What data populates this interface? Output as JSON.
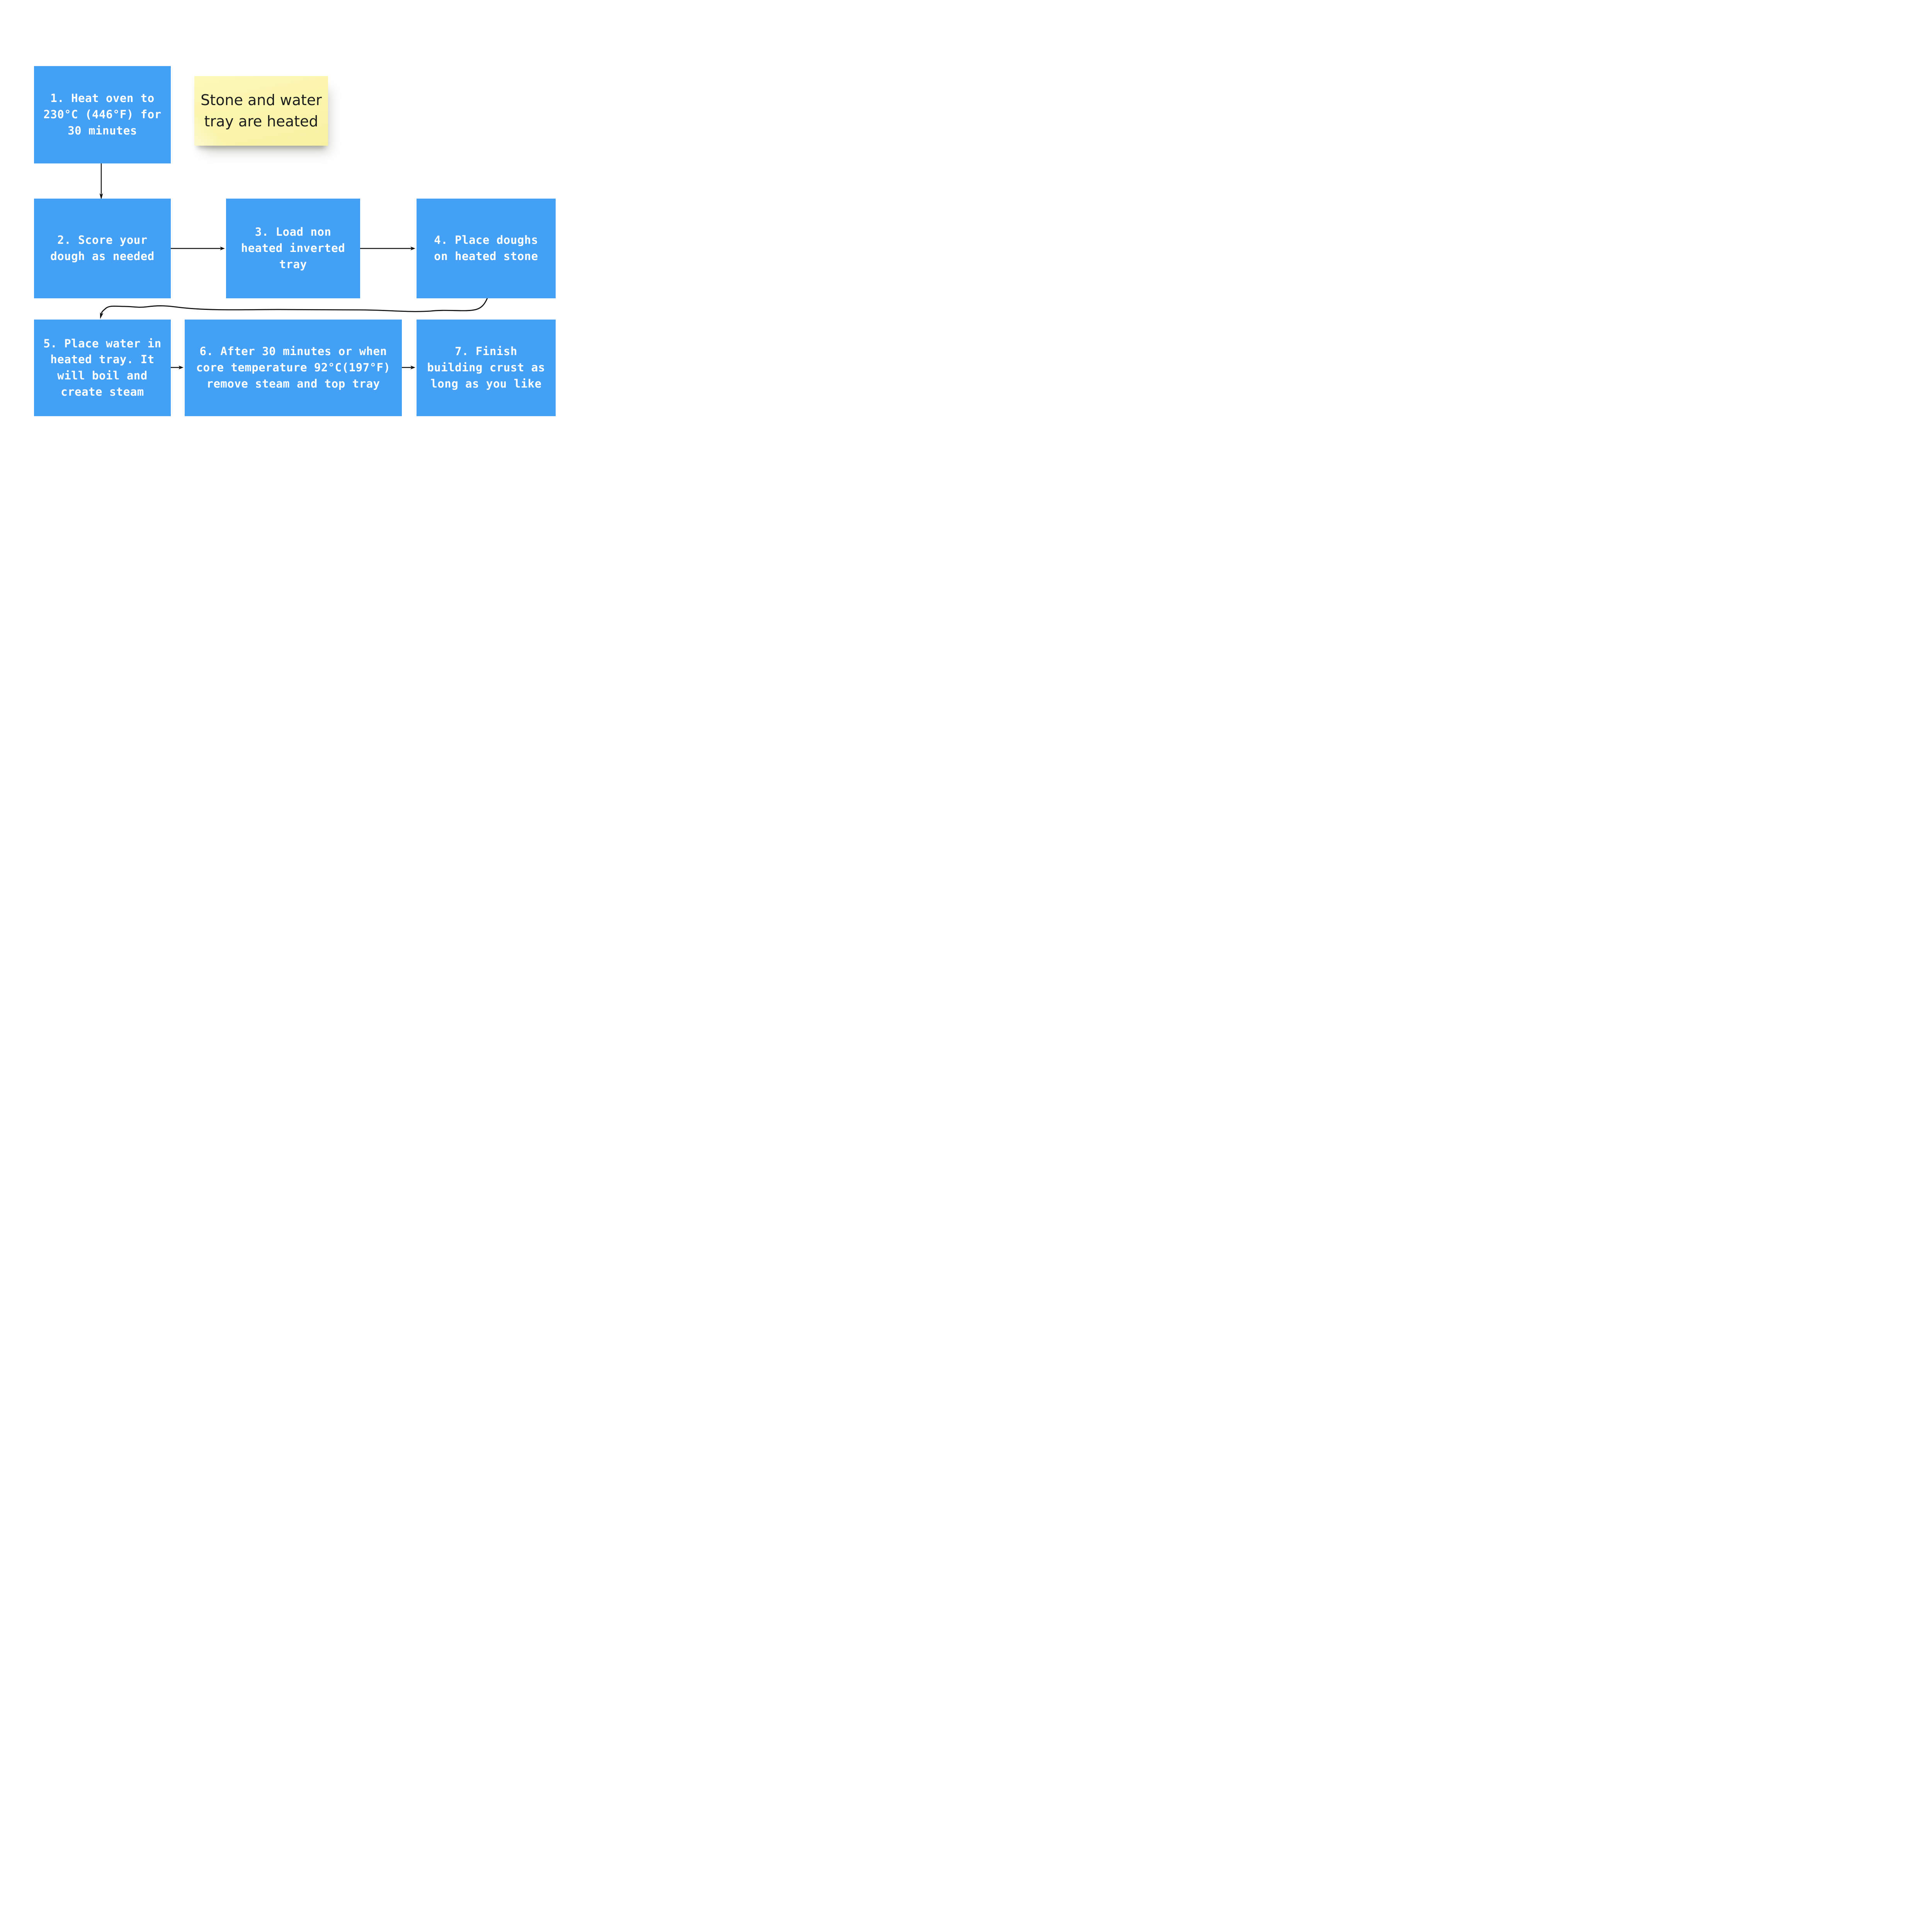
{
  "diagram": {
    "type": "flowchart",
    "background": "#FFFFFF"
  },
  "colors": {
    "node_fill": "#43A0F4",
    "node_text": "#FFFFFF",
    "note_fill": "#FBF5AC",
    "note_text": "#1D1D1D",
    "connector": "#111111"
  },
  "steps": [
    {
      "id": "1",
      "label": "1. Heat oven to\n230°C (446°F) for\n30 minutes"
    },
    {
      "id": "2",
      "label": "2. Score your\ndough as needed"
    },
    {
      "id": "3",
      "label": "3. Load non\nheated inverted\ntray"
    },
    {
      "id": "4",
      "label": "4. Place doughs\non heated stone"
    },
    {
      "id": "5",
      "label": "5. Place water in\nheated tray. It\nwill boil and\ncreate steam"
    },
    {
      "id": "6",
      "label": "6. After 30 minutes or when\ncore temperature 92°C(197°F)\nremove steam and top tray"
    },
    {
      "id": "7",
      "label": "7. Finish\nbuilding crust as\nlong as you like"
    }
  ],
  "note": {
    "text": "Stone and water\ntray are heated"
  },
  "connectors": [
    {
      "from": "1",
      "to": "2",
      "style": "straight-down-arrow"
    },
    {
      "from": "2",
      "to": "3",
      "style": "straight-right-arrow"
    },
    {
      "from": "3",
      "to": "4",
      "style": "straight-right-arrow"
    },
    {
      "from": "4",
      "to": "5",
      "style": "hand-drawn-wavy-arrow"
    },
    {
      "from": "5",
      "to": "6",
      "style": "straight-right-arrow"
    },
    {
      "from": "6",
      "to": "7",
      "style": "straight-right-arrow"
    }
  ]
}
